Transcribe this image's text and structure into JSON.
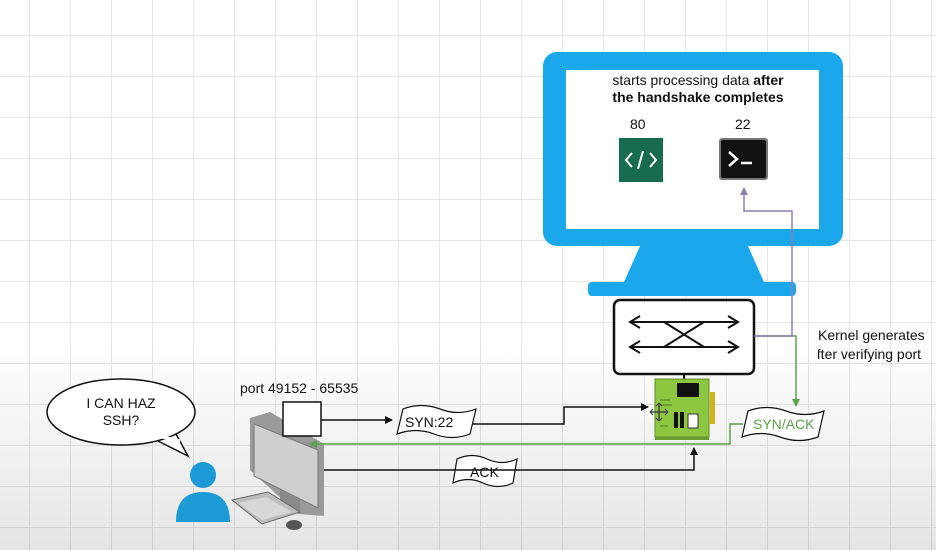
{
  "server": {
    "line1": "starts processing data",
    "line1_bold": "after",
    "line2_bold": "the handshake completes",
    "port_web": "80",
    "port_ssh": "22"
  },
  "client": {
    "speech": "I CAN HAZ SSH?",
    "speech_line1": "I CAN HAZ",
    "speech_line2": "SSH?",
    "port_range": "port 49152 - 65535"
  },
  "packets": {
    "syn": "SYN:22",
    "syn_ack": "SYN/ACK",
    "ack": "ACK"
  },
  "kernel_note": {
    "line1": "Kernel generates",
    "line2": "after verifying port"
  },
  "colors": {
    "monitor": "#1aa7ec",
    "syn_ack_green": "#5aa24a",
    "kernel_arrow": "#8b7fb5",
    "web_icon_bg": "#176b4f",
    "terminal_bg": "#111111",
    "nic_board": "#8dc63f",
    "user_icon": "#1b9ad6"
  },
  "icons": [
    "html-code-icon",
    "terminal-icon",
    "switch-icon",
    "network-card-icon",
    "desktop-computer-icon",
    "user-icon",
    "speech-bubble-icon"
  ]
}
